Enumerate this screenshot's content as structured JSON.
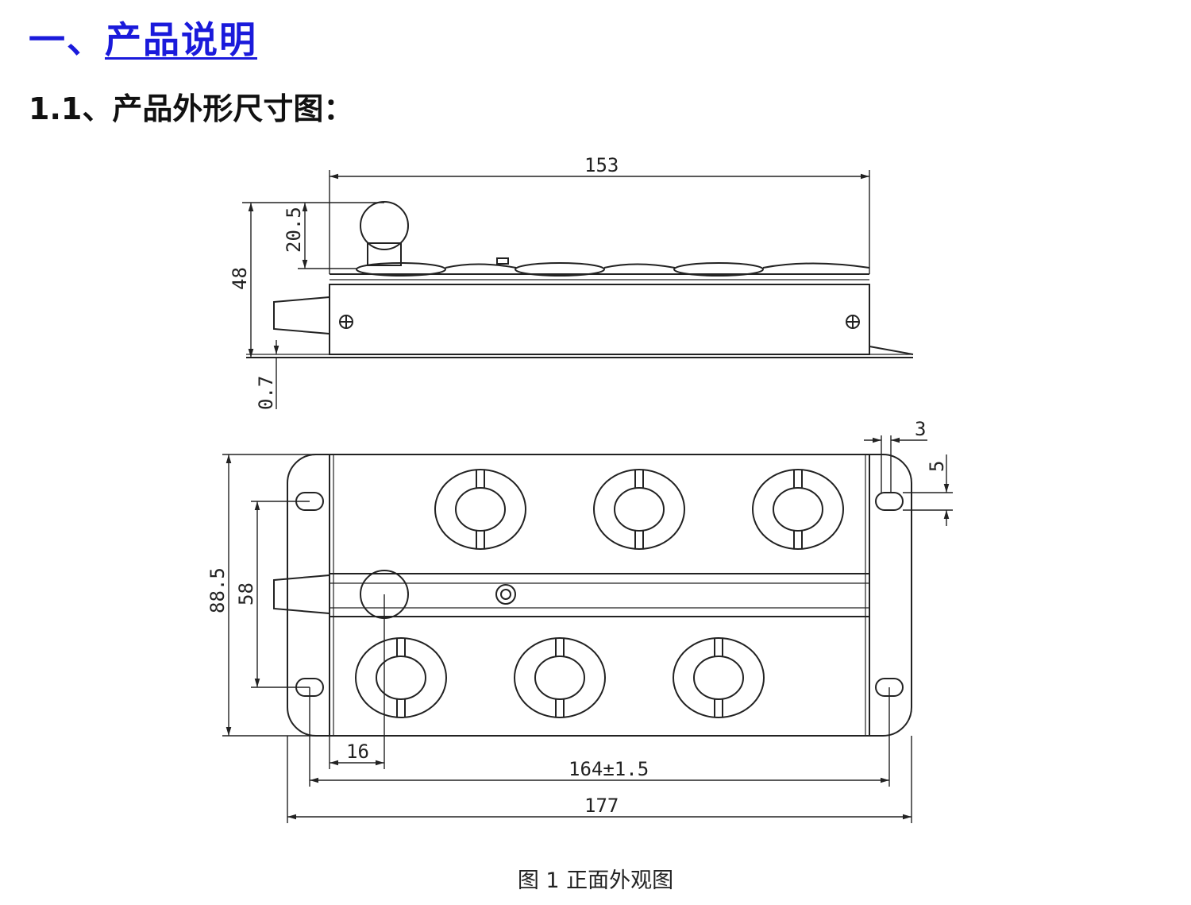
{
  "heading1": {
    "prefix": "一、",
    "title": "产品说明"
  },
  "heading2": "1.1、产品外形尺寸图：",
  "dimensions": {
    "side": {
      "length": "153",
      "height": "48",
      "knob": "20.5",
      "base": "0.7"
    },
    "front": {
      "height": "88.5",
      "hole_spacing_v": "58",
      "offset": "16",
      "hole_spacing_h": "164±1.5",
      "length": "177",
      "slot_w": "3",
      "slot_h": "5"
    }
  },
  "caption": "图 1  正面外观图"
}
